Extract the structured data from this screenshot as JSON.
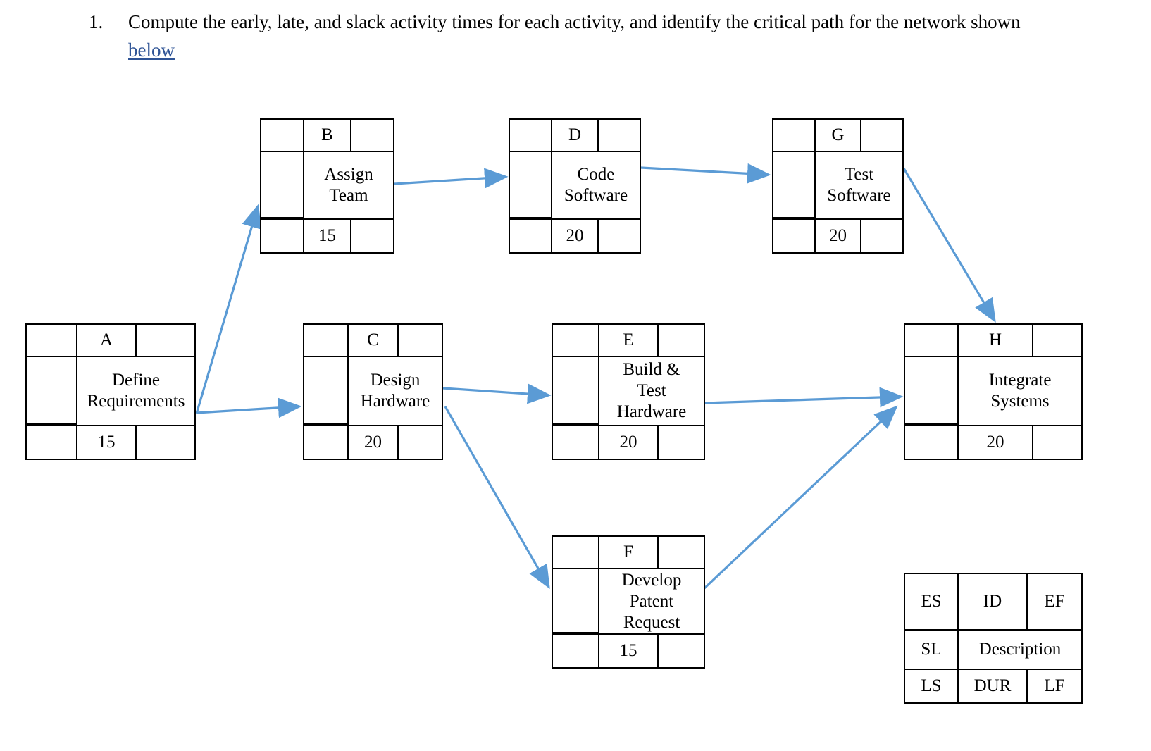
{
  "question": {
    "number": "1.",
    "text_before_link": "Compute the early, late, and slack activity times for each activity, and identify the critical path for the network shown ",
    "link_text": "below"
  },
  "diagram": {
    "arrow_color": "#5B9BD5",
    "box_border_color": "#000000",
    "nodes": [
      {
        "id": "A",
        "description_lines": [
          "Define",
          "Requirements"
        ],
        "duration": "15",
        "es": "",
        "ef": "",
        "sl": "",
        "ls": "",
        "lf": ""
      },
      {
        "id": "B",
        "description_lines": [
          "Assign",
          "Team"
        ],
        "duration": "15",
        "es": "",
        "ef": "",
        "sl": "",
        "ls": "",
        "lf": ""
      },
      {
        "id": "C",
        "description_lines": [
          "Design",
          "Hardware"
        ],
        "duration": "20",
        "es": "",
        "ef": "",
        "sl": "",
        "ls": "",
        "lf": ""
      },
      {
        "id": "D",
        "description_lines": [
          "Code",
          "Software"
        ],
        "duration": "20",
        "es": "",
        "ef": "",
        "sl": "",
        "ls": "",
        "lf": ""
      },
      {
        "id": "E",
        "description_lines": [
          "Build &",
          "Test",
          "Hardware"
        ],
        "duration": "20",
        "es": "",
        "ef": "",
        "sl": "",
        "ls": "",
        "lf": ""
      },
      {
        "id": "F",
        "description_lines": [
          "Develop",
          "Patent",
          "Request"
        ],
        "duration": "15",
        "es": "",
        "ef": "",
        "sl": "",
        "ls": "",
        "lf": ""
      },
      {
        "id": "G",
        "description_lines": [
          "Test",
          "Software"
        ],
        "duration": "20",
        "es": "",
        "ef": "",
        "sl": "",
        "ls": "",
        "lf": ""
      },
      {
        "id": "H",
        "description_lines": [
          "Integrate",
          "Systems"
        ],
        "duration": "20",
        "es": "",
        "ef": "",
        "sl": "",
        "ls": "",
        "lf": ""
      }
    ],
    "edges": [
      {
        "from": "A",
        "to": "B"
      },
      {
        "from": "A",
        "to": "C"
      },
      {
        "from": "B",
        "to": "D"
      },
      {
        "from": "C",
        "to": "E"
      },
      {
        "from": "C",
        "to": "F"
      },
      {
        "from": "D",
        "to": "G"
      },
      {
        "from": "E",
        "to": "H"
      },
      {
        "from": "F",
        "to": "H"
      },
      {
        "from": "G",
        "to": "H"
      }
    ]
  },
  "legend": {
    "es": "ES",
    "id": "ID",
    "ef": "EF",
    "sl": "SL",
    "description": "Description",
    "ls": "LS",
    "dur": "DUR",
    "lf": "LF"
  }
}
